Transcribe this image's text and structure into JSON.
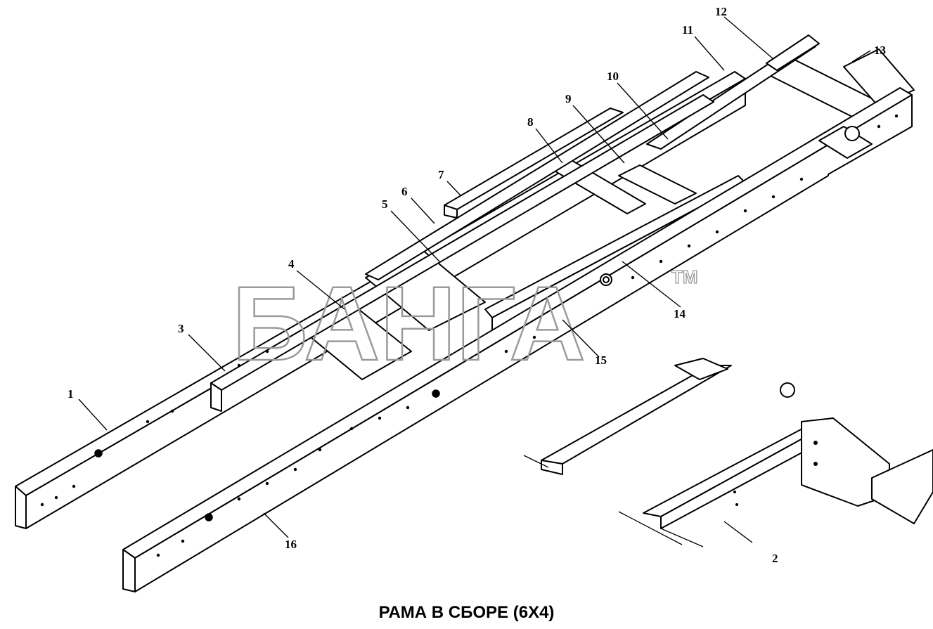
{
  "diagram": {
    "caption": "РАМА В СБОРЕ (6Х4)",
    "watermark": "БАНГА",
    "watermark_mark": "TM",
    "callouts": [
      "1",
      "2",
      "3",
      "4",
      "5",
      "6",
      "7",
      "8",
      "9",
      "10",
      "11",
      "12",
      "13",
      "14",
      "15",
      "16"
    ]
  }
}
